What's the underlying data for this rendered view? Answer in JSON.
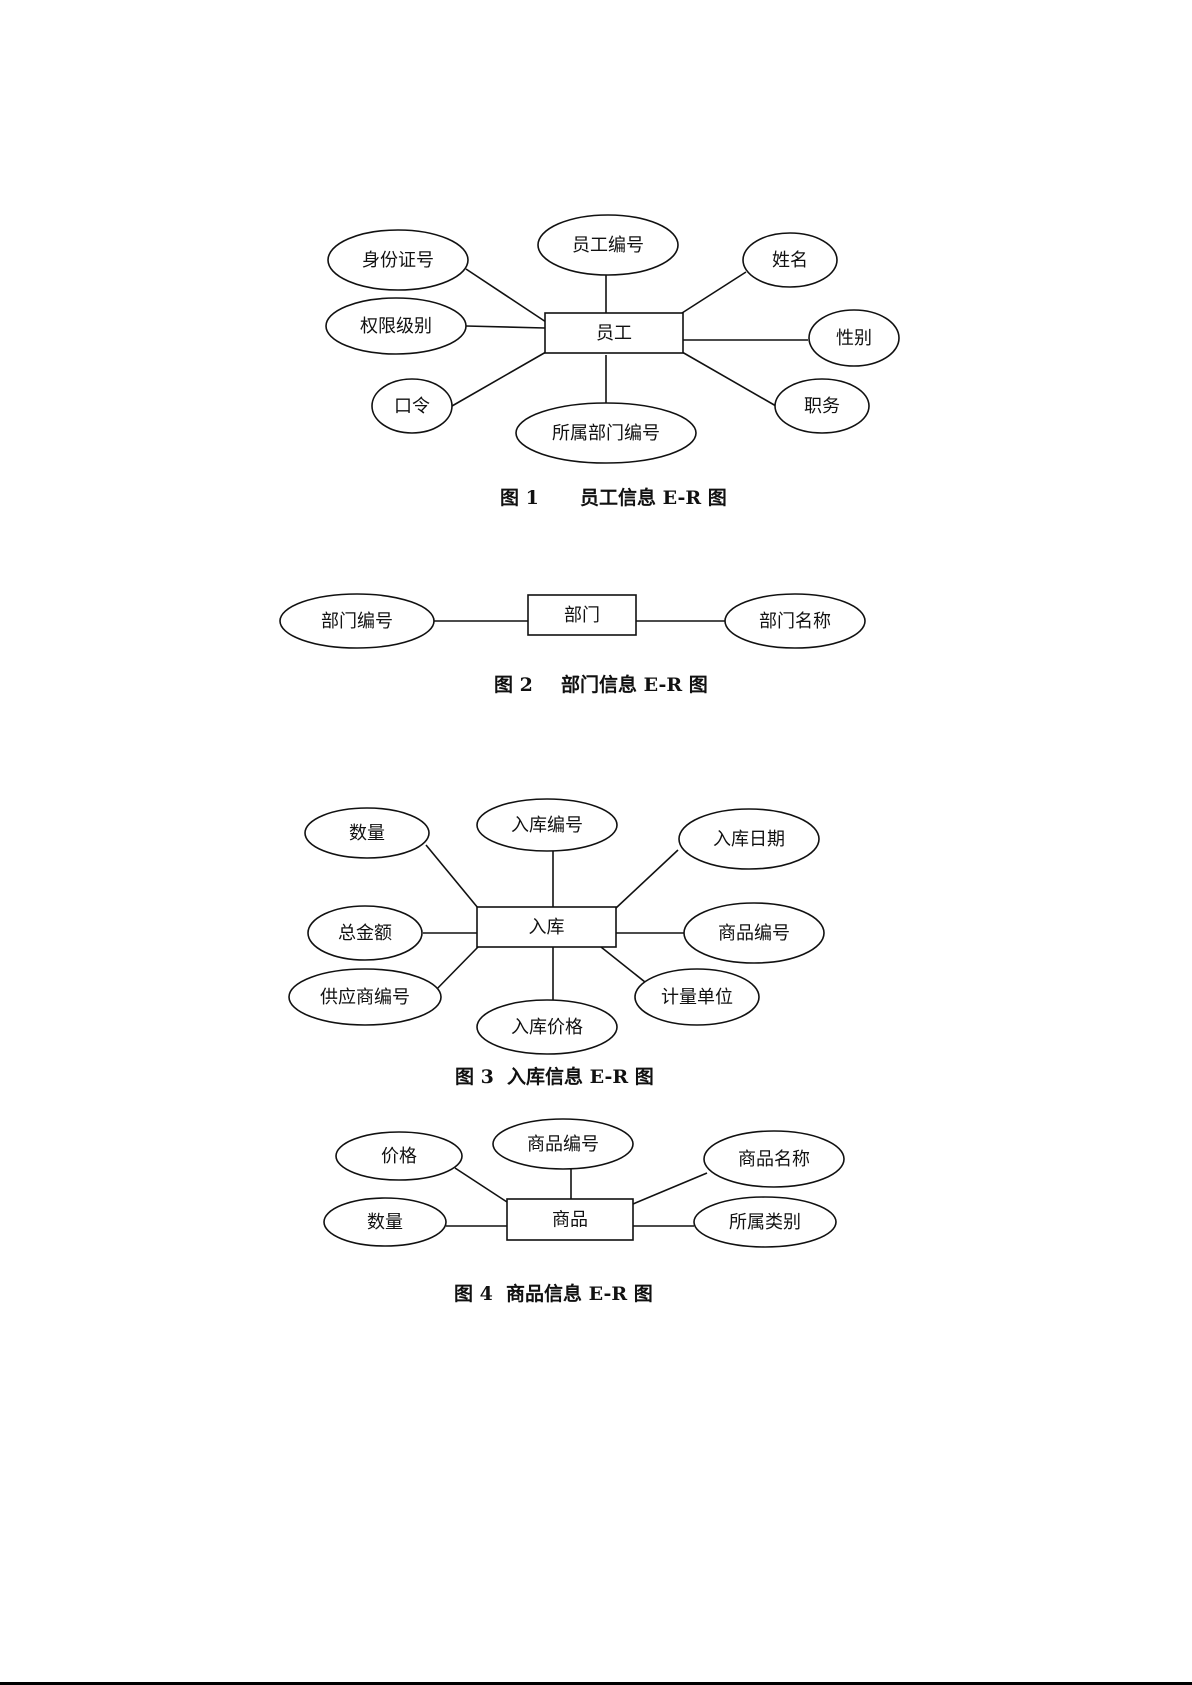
{
  "diagrams": [
    {
      "entity": "员工",
      "attributes": [
        "身份证号",
        "员工编号",
        "姓名",
        "权限级别",
        "性别",
        "口令",
        "职务",
        "所属部门编号"
      ],
      "caption": {
        "number": "图 1",
        "title": "员工信息 E-R 图"
      }
    },
    {
      "entity": "部门",
      "attributes": [
        "部门编号",
        "部门名称"
      ],
      "caption": {
        "number": "图 2",
        "title": "部门信息 E-R 图"
      }
    },
    {
      "entity": "入库",
      "attributes": [
        "数量",
        "入库编号",
        "入库日期",
        "总金额",
        "商品编号",
        "供应商编号",
        "入库价格",
        "计量单位"
      ],
      "caption": {
        "number": "图 3",
        "title": "入库信息 E-R 图"
      }
    },
    {
      "entity": "商品",
      "attributes": [
        "价格",
        "商品编号",
        "商品名称",
        "数量",
        "所属类别"
      ],
      "caption": {
        "number": "图 4",
        "title": "商品信息 E-R 图"
      }
    }
  ]
}
